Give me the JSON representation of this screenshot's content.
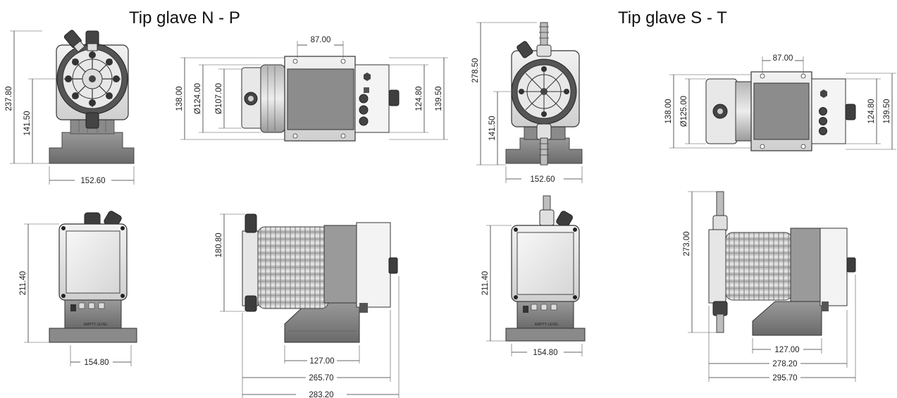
{
  "titles": {
    "left": "Tip glave N - P",
    "right": "Tip glave S - T"
  },
  "dimensions": {
    "np_front": {
      "height": "237.80",
      "axis_height": "141.50",
      "width": "152.60"
    },
    "np_top": {
      "spacing": "87.00",
      "h1": "138.00",
      "dia1": "Ø124.00",
      "dia2": "Ø107.00",
      "h2": "124.80",
      "h3": "139.50"
    },
    "np_back": {
      "height": "211.40",
      "width": "154.80",
      "label": "EMPTY LEVEL"
    },
    "np_side": {
      "height": "180.80",
      "w1": "127.00",
      "w2": "265.70",
      "w3": "283.20"
    },
    "st_front": {
      "height": "278.50",
      "axis_height": "141.50",
      "width": "152.60"
    },
    "st_top": {
      "spacing": "87.00",
      "h1": "138.00",
      "dia1": "Ø125.00",
      "h2": "124.80",
      "h3": "139.50"
    },
    "st_back": {
      "height": "211.40",
      "width": "154.80",
      "label": "EMPTY LEVEL"
    },
    "st_side": {
      "height": "273.00",
      "w1": "127.00",
      "w2": "278.20",
      "w3": "295.70"
    }
  }
}
